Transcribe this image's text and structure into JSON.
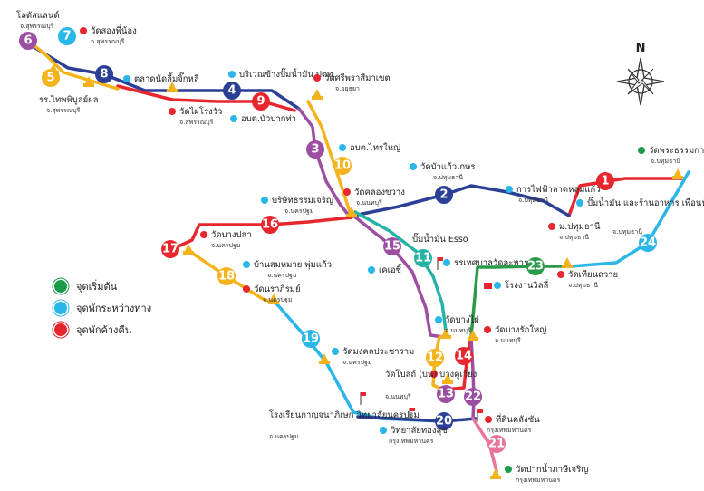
{
  "compass": {
    "north_label": "N"
  },
  "colors": {
    "start": "#1a9c4a",
    "rest": "#29b6e8",
    "overnight": "#e8262d",
    "route_1": "#e8262d",
    "route_2": "#2b3f95",
    "route_3": "#9c4fa2",
    "route_4": "#f4b31b",
    "route_5": "#25b3a7",
    "route_6": "#2b9a48",
    "route_7": "#e9739b"
  },
  "legend": [
    {
      "label": "จุดเริ่มต้น",
      "color": "#1a9c4a"
    },
    {
      "label": "จุดพักระหว่างทาง",
      "color": "#29b6e8"
    },
    {
      "label": "จุดพักค้างคืน",
      "color": "#e8262d"
    }
  ],
  "stops": [
    {
      "num": "1",
      "color": "#e8262d"
    },
    {
      "num": "2",
      "color": "#2b3f95"
    },
    {
      "num": "3",
      "color": "#9c4fa2"
    },
    {
      "num": "4",
      "color": "#2b3f95"
    },
    {
      "num": "5",
      "color": "#f4b31b"
    },
    {
      "num": "6",
      "color": "#9c4fa2"
    },
    {
      "num": "7",
      "color": "#29b6e8"
    },
    {
      "num": "8",
      "color": "#2b3f95"
    },
    {
      "num": "9",
      "color": "#e8262d"
    },
    {
      "num": "10",
      "color": "#f4b31b"
    },
    {
      "num": "11",
      "color": "#25b3a7"
    },
    {
      "num": "12",
      "color": "#f4b31b"
    },
    {
      "num": "13",
      "color": "#9c4fa2"
    },
    {
      "num": "14",
      "color": "#e8262d"
    },
    {
      "num": "15",
      "color": "#9c4fa2"
    },
    {
      "num": "16",
      "color": "#e8262d"
    },
    {
      "num": "17",
      "color": "#e8262d"
    },
    {
      "num": "18",
      "color": "#f4b31b"
    },
    {
      "num": "19",
      "color": "#29b6e8"
    },
    {
      "num": "20",
      "color": "#2b3f95"
    },
    {
      "num": "21",
      "color": "#e9739b"
    },
    {
      "num": "22",
      "color": "#9c4fa2"
    },
    {
      "num": "23",
      "color": "#2b9a48"
    },
    {
      "num": "24",
      "color": "#29b6e8"
    }
  ],
  "places": [
    {
      "name": "โลตัสแลนด์",
      "sub": "จ.สุพรรณบุรี",
      "marker": ""
    },
    {
      "name": "วัดสองพี่น้อง",
      "sub": "จ.สุพรรณบุรี",
      "marker": "#e8262d"
    },
    {
      "name": "ตลาดนัดลี้มจิ๊กหลี",
      "sub": "",
      "marker": "#29b6e8"
    },
    {
      "name": "รร.ไทพพิบูลย์ผล",
      "sub": "จ.สุพรรณบุรี",
      "marker": ""
    },
    {
      "name": "บริเวณข้างปั๊มน้ำมัน ปตท.",
      "sub": "",
      "marker": "#29b6e8"
    },
    {
      "name": "วัดศรีพราสีมาเขต",
      "sub": "จ.อยุธยา",
      "marker": "#e8262d"
    },
    {
      "name": "วัดไผ่โรงวัว",
      "sub": "จ.สุพรรณบุรี",
      "marker": "#e8262d"
    },
    {
      "name": "อบต.บัวปากท่า",
      "sub": "",
      "marker": "#29b6e8"
    },
    {
      "name": "อบต.ไทรใหญ่",
      "sub": "",
      "marker": "#29b6e8"
    },
    {
      "name": "วัดบัวแก้วเกษร",
      "sub": "จ.ปทุมธานี",
      "marker": "#29b6e8"
    },
    {
      "name": "วัดพระธรรมกาย",
      "sub": "จ.ปทุมธานี",
      "marker": "#1a9c4a"
    },
    {
      "name": "การไฟฟ้าลาดหลุมแก้ว",
      "sub": "จ.ปทุมธานี",
      "marker": "#29b6e8"
    },
    {
      "name": "บริษัทธรรมเจริญ",
      "sub": "จ.นครปฐม",
      "marker": "#29b6e8"
    },
    {
      "name": "วัดคลองขวาง",
      "sub": "จ.นนทบุรี",
      "marker": "#e8262d"
    },
    {
      "name": "ปั๊มน้ำมัน และร้านอาหาร เพื่อนน้องแพร",
      "sub": "จ.ปทุมธานี",
      "marker": "#29b6e8"
    },
    {
      "name": "ม.ปทุมธานี",
      "sub": "จ.ปทุมธานี",
      "marker": "#e8262d"
    },
    {
      "name": "วัดบางปลา",
      "sub": "จ.นครปฐม",
      "marker": "#e8262d"
    },
    {
      "name": "ปั๊มน้ำมัน Esso",
      "sub": "",
      "marker": ""
    },
    {
      "name": "บ้านสมหมาย พุ่มแก้ว",
      "sub": "จ.นครปฐม",
      "marker": "#29b6e8"
    },
    {
      "name": "เคเอชี้",
      "sub": "",
      "marker": "#29b6e8"
    },
    {
      "name": "รรเทศบาลวัดละหาร",
      "sub": "",
      "marker": "#29b6e8"
    },
    {
      "name": "วัดเทียนถวาย",
      "sub": "จ.ปทุมธานี",
      "marker": "#e8262d"
    },
    {
      "name": "โรงงานวิลลี่",
      "sub": "",
      "marker": "#29b6e8"
    },
    {
      "name": "วัดนราภิรมย์",
      "sub": "จ.นครปฐม",
      "marker": "#e8262d"
    },
    {
      "name": "วัดบางไผ่",
      "sub": "จ.นนทบุรี",
      "marker": "#29b6e8"
    },
    {
      "name": "วัดบางรักใหญ่",
      "sub": "จ.นนทบุรี",
      "marker": "#e8262d"
    },
    {
      "name": "วัดมงคลประชาราม",
      "sub": "จ.นครปฐม",
      "marker": "#29b6e8"
    },
    {
      "name": "วัดโบสถ์ (บน) บางคูเวียง",
      "sub": "จ.นนทบุรี",
      "marker": "#e8262d"
    },
    {
      "name": "โรงเรียนกาญจนาภิเษก วิทยาลัยนครปฐม",
      "sub": "จ.นครปฐม",
      "marker": ""
    },
    {
      "name": "วิทยาลัยทองสุข",
      "sub": "กรุงเทพมหานคร",
      "marker": "#29b6e8"
    },
    {
      "name": "ที่ดินคลังซัน",
      "sub": "กรุงเทพมหานคร",
      "marker": "#e8262d"
    },
    {
      "name": "วัดปากน้ำภาษีเจริญ",
      "sub": "กรุงเทพมหานคร",
      "marker": "#1a9c4a"
    }
  ]
}
